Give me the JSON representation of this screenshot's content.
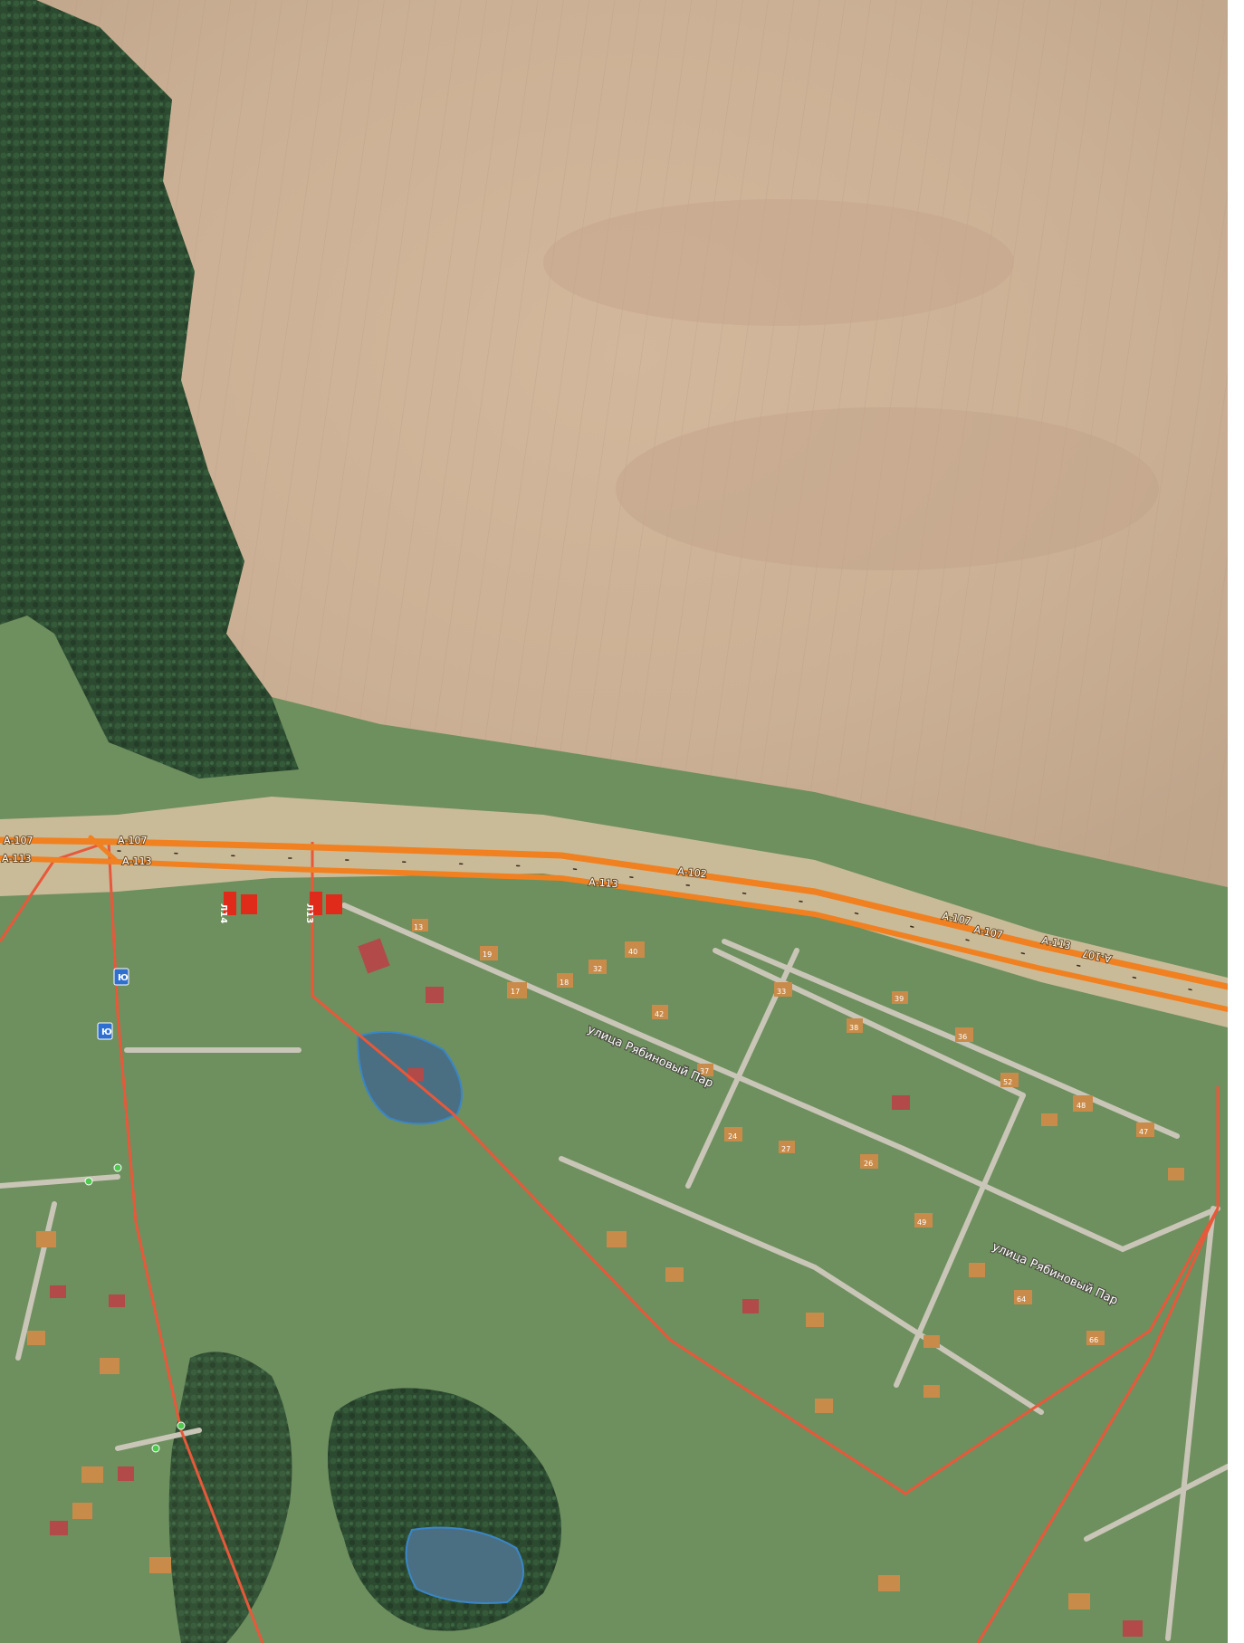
{
  "map": {
    "colors": {
      "field": "#cfb396",
      "forest": "#2c4a30",
      "grass": "#6e8f5e",
      "road_orange": "#f08020",
      "boundary_red": "#e8583a",
      "marker_red": "#e02a1a",
      "shield_blue": "#2f6fd0",
      "water": "#4a6f82",
      "road_gray": "#c9c6b8",
      "roof_orange": "#c98b4a",
      "roof_red": "#b24a4a"
    },
    "highway_labels": [
      "А-107",
      "А-113",
      "А-107",
      "А-113",
      "А-102",
      "А-113",
      "А-107",
      "А-107",
      "А-113",
      "А-107"
    ],
    "streets": [
      {
        "name": "улица Рябиновый Пар"
      },
      {
        "name": "улица Рябиновый Пар"
      }
    ],
    "markers": [
      {
        "label": "Л14",
        "icon": "map-marker-icon"
      },
      {
        "label": "Л13",
        "icon": "map-marker-icon"
      }
    ],
    "shields": [
      {
        "label": "Ю",
        "icon": "route-shield-icon"
      },
      {
        "label": "Ю",
        "icon": "route-shield-icon"
      }
    ],
    "house_numbers": [
      "13",
      "19",
      "17",
      "18",
      "32",
      "40",
      "42",
      "37",
      "33",
      "38",
      "39",
      "36",
      "52",
      "48",
      "47",
      "24",
      "27",
      "26",
      "49",
      "64",
      "66"
    ]
  }
}
